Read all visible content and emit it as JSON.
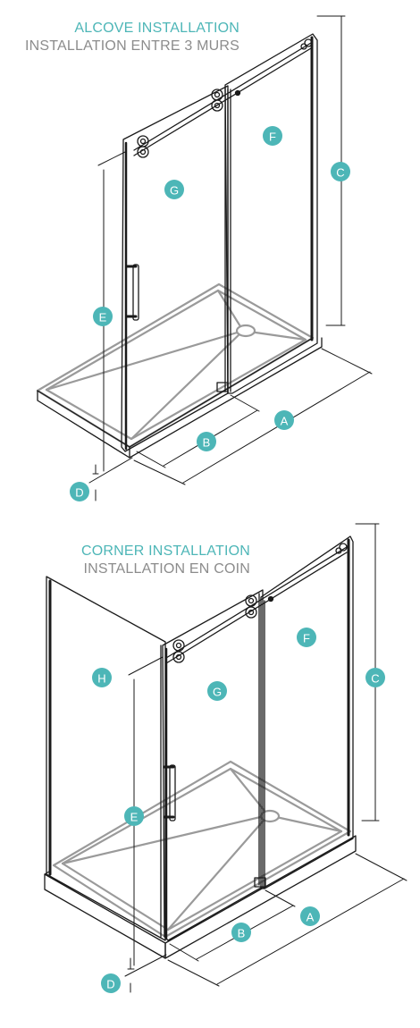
{
  "sections": [
    {
      "title_en": "ALCOVE INSTALLATION",
      "title_fr": "INSTALLATION ENTRE 3 MURS",
      "labels": [
        "A",
        "B",
        "C",
        "D",
        "E",
        "F",
        "G"
      ]
    },
    {
      "title_en": "CORNER INSTALLATION",
      "title_fr": "INSTALLATION EN COIN",
      "labels": [
        "A",
        "B",
        "C",
        "D",
        "E",
        "F",
        "G",
        "H"
      ]
    }
  ],
  "colors": {
    "accent": "#4db6b7",
    "title_secondary": "#8c8c8c",
    "line": "#1a1a1a",
    "tray": "#9a9a9a"
  }
}
